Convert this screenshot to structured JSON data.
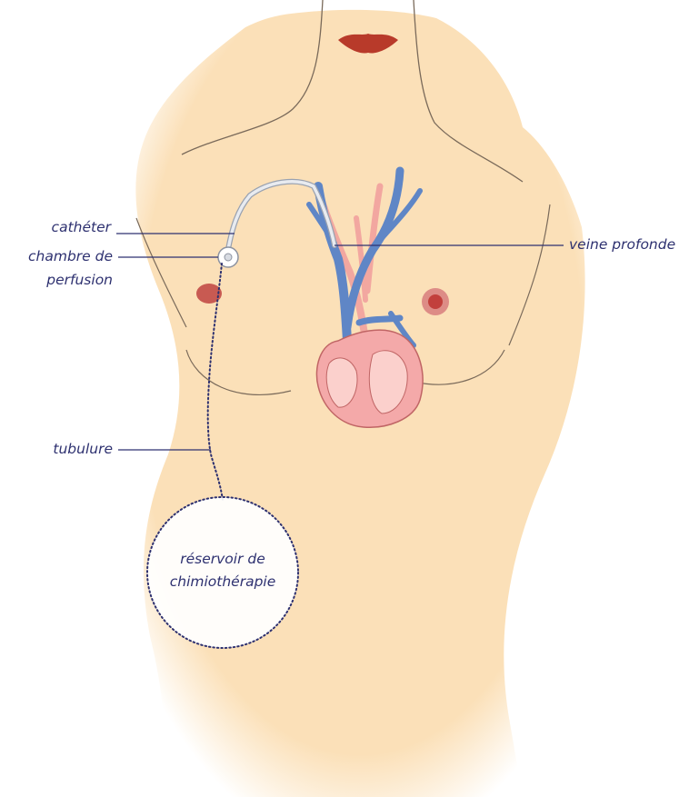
{
  "labels": {
    "catheter": "cathéter",
    "chamber_line1": "chambre de",
    "chamber_line2": "perfusion",
    "tubing": "tubulure",
    "deep_vein": "veine profonde",
    "reservoir_line1": "réservoir de",
    "reservoir_line2": "chimiothérapie"
  },
  "colors": {
    "skin": "#fbe0b8",
    "skin_outline": "#7a6a5a",
    "label_text": "#2e3170",
    "leader_line": "#2e3170",
    "vein_blue": "#5f86c6",
    "artery_pink": "#f2a7a0",
    "heart_pink": "#f4a9a9",
    "lips": "#b83a2a",
    "nipple": "#c2403c",
    "catheter_tube": "#dfe3ea"
  }
}
